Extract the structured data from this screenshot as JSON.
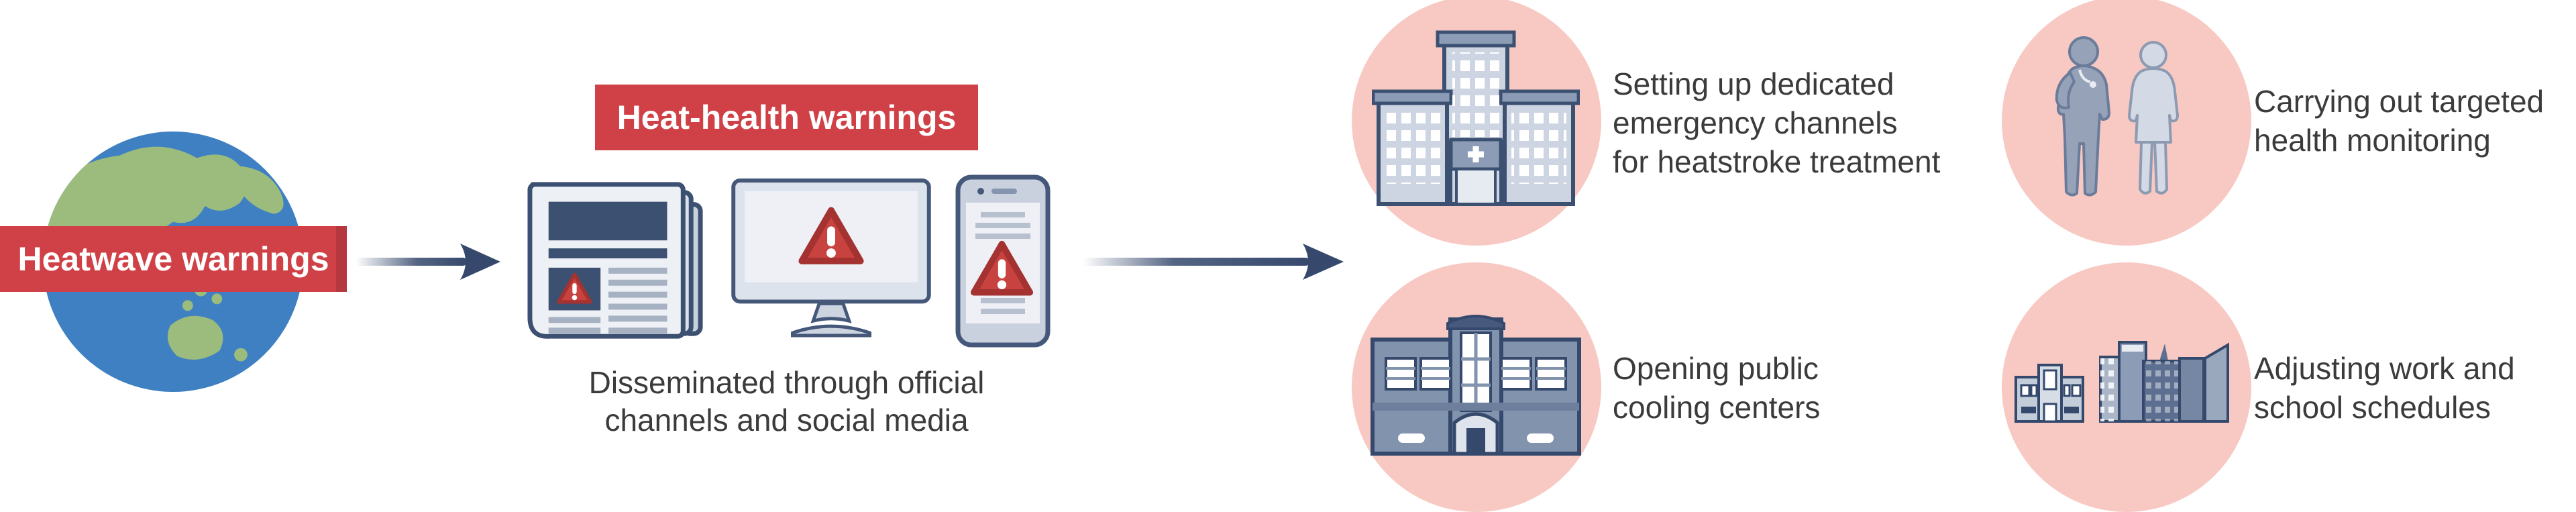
{
  "figure": {
    "source": {
      "label": "Heatwave warnings",
      "icon": "globe-icon"
    },
    "dissemination": {
      "label": "Heat-health warnings",
      "icons": [
        "newspaper-icon",
        "monitor-icon",
        "smartphone-icon"
      ],
      "caption": {
        "line1": "Disseminated through official",
        "line2": "channels and social media"
      }
    },
    "responses": [
      {
        "icon": "hospital-icon",
        "lines": [
          "Setting up dedicated",
          "emergency channels",
          "for heatstroke treatment"
        ]
      },
      {
        "icon": "doctor-patient-icon",
        "lines": [
          "Carrying out targeted",
          "health monitoring"
        ]
      },
      {
        "icon": "cooling-center-icon",
        "lines": [
          "Opening public",
          "cooling centers"
        ]
      },
      {
        "icon": "city-buildings-icon",
        "lines": [
          "Adjusting work and",
          "school schedules"
        ]
      }
    ],
    "palette": {
      "banner_red": "#cf4147",
      "banner_fold_red": "#b5383f",
      "warning_triangle_red": "#c8423f",
      "warning_triangle_border": "#a43231",
      "arrow_navy": "#36496d",
      "icon_outline_navy": "#3c5071",
      "icon_steel_mid": "#8d9cb6",
      "icon_steel_light": "#cdd5e2",
      "icon_panel_light": "#eef0f6",
      "circle_pink": "#f8c9c3",
      "globe_ocean_blue": "#3e80c2",
      "globe_land_green": "#9cbc7e",
      "text_dark": "#3b3b3b",
      "text_white": "#ffffff",
      "background": "#ffffff"
    }
  }
}
